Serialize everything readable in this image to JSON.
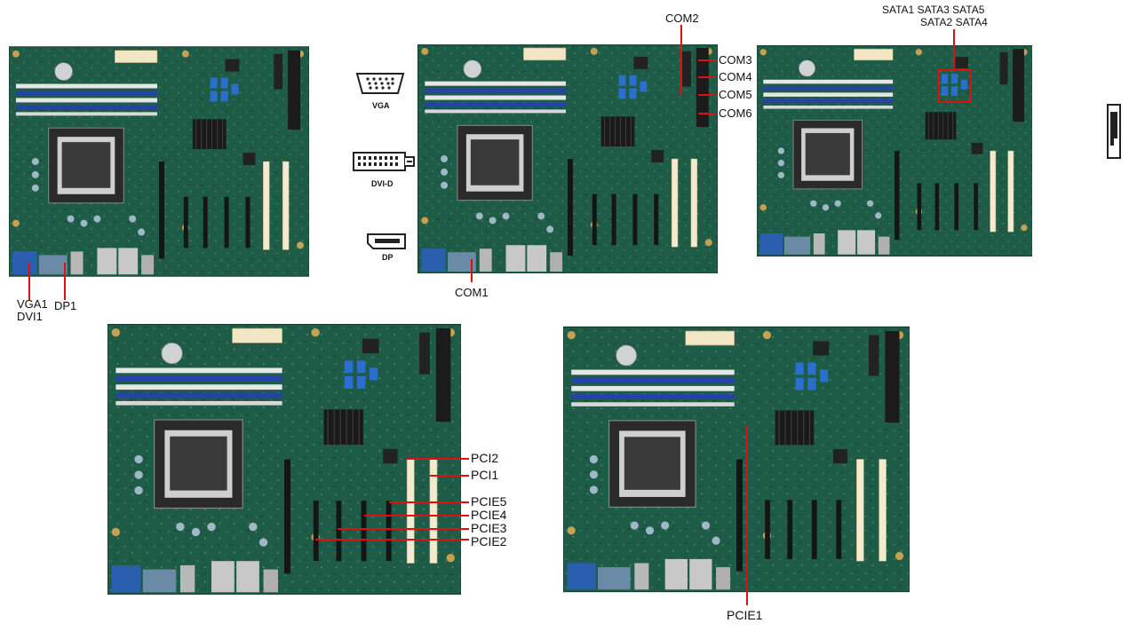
{
  "legend": {
    "vga": "VGA",
    "dvid": "DVI-D",
    "dp": "DP"
  },
  "board1": {
    "vga1": "VGA1",
    "dvi1": "DVI1",
    "dp1": "DP1"
  },
  "board2": {
    "com1": "COM1",
    "com2": "COM2",
    "com3": "COM3",
    "com4": "COM4",
    "com5": "COM5",
    "com6": "COM6"
  },
  "board3": {
    "sata_row1": "SATA1 SATA3 SATA5",
    "sata_row2": "SATA2 SATA4"
  },
  "board4": {
    "pci2": "PCI2",
    "pci1": "PCI1",
    "pcie5": "PCIE5",
    "pcie4": "PCIE4",
    "pcie3": "PCIE3",
    "pcie2": "PCIE2"
  },
  "board5": {
    "pcie1": "PCIE1"
  },
  "colors": {
    "pcb": "#1d5a45",
    "callout": "#e01010",
    "dimm_blue": "#2442a8",
    "vga_blue": "#2a5fb0"
  },
  "icons": [
    "motherboard-image",
    "vga-connector-icon",
    "dvi-d-connector-icon",
    "displayport-connector-icon",
    "sata-connector-icon"
  ]
}
